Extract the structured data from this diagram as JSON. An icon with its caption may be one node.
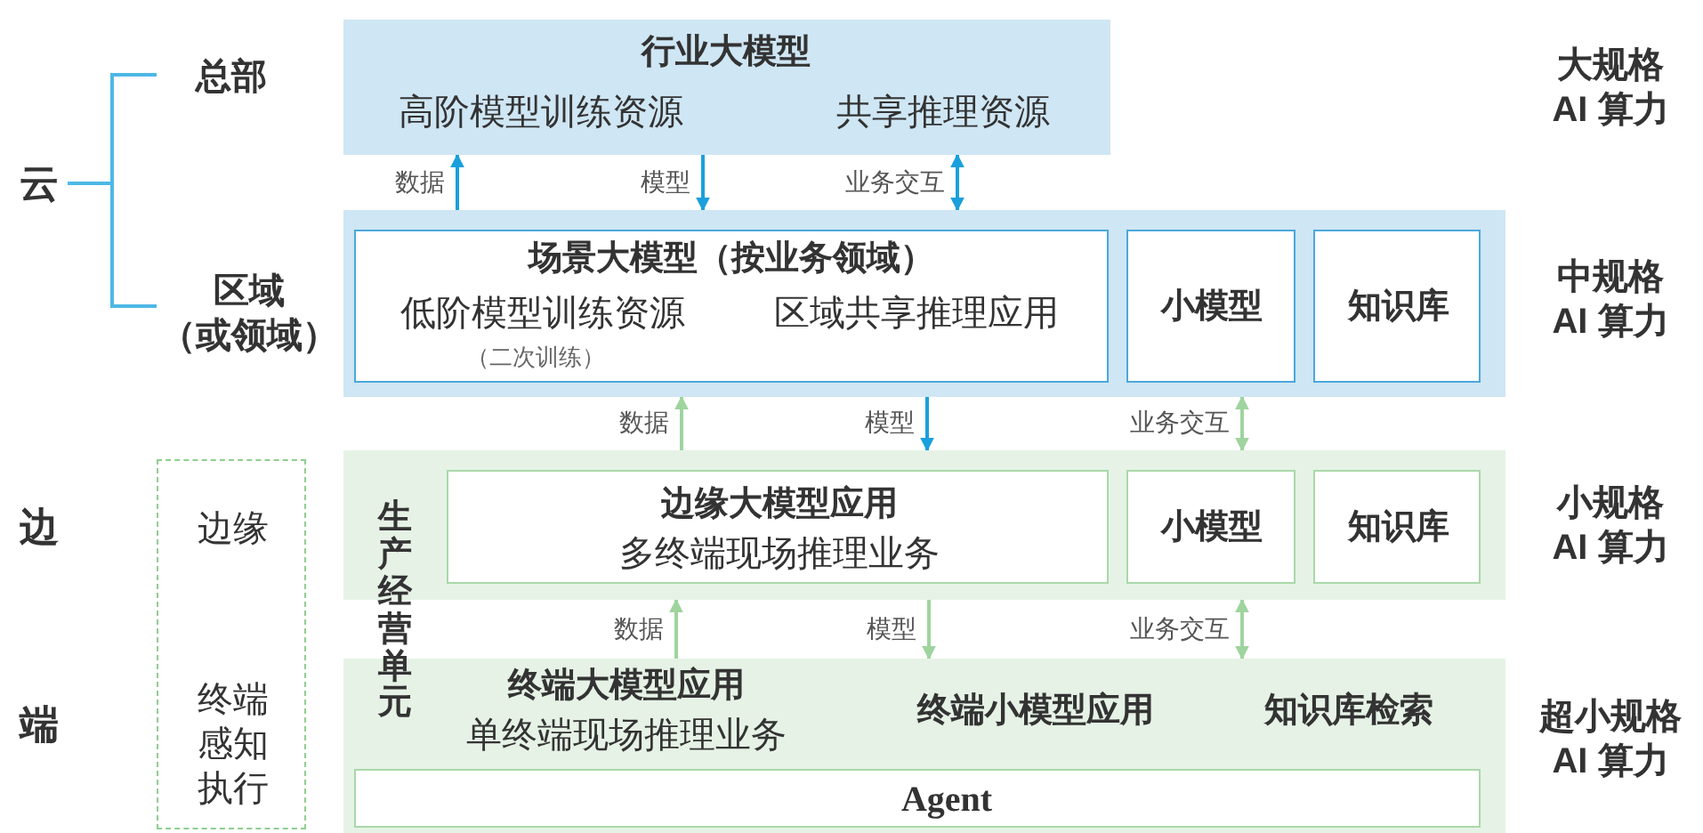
{
  "diagram": {
    "nodes": [
      {
        "text": [
          "行业大模型",
          "高阶模型训练资源",
          "共享推理资源"
        ]
      },
      {
        "text": [],
        "shape": "box"
      },
      {
        "text": [
          "场景大模型（按业务领域）",
          "低阶模型训练资源",
          "区域共享推理应用",
          "（二次训练）"
        ],
        "in": 1
      },
      {
        "text": [
          "小模型"
        ],
        "in": 1
      },
      {
        "text": [
          "知识库"
        ],
        "in": 1
      },
      {
        "text": [],
        "shape": "box"
      },
      {
        "text": [
          "边缘大模型应用",
          "多终端现场推理业务"
        ],
        "in": 5
      },
      {
        "text": [
          "小模型"
        ],
        "in": 5
      },
      {
        "text": [
          "知识库"
        ],
        "in": 5
      },
      {
        "text": [
          "终端大模型应用",
          "单终端现场推理业务",
          "终端小模型应用",
          "知识库检索"
        ]
      },
      {
        "text": [
          "Agent"
        ],
        "in": 9
      },
      {
        "text": [
          "边缘",
          "终端感知执行"
        ]
      }
    ],
    "edges": [
      {
        "from": 1,
        "to": 0,
        "arrow": "to",
        "label": "数据",
        "color": "#1aa0dc"
      },
      {
        "from": 0,
        "to": 1,
        "arrow": "to",
        "label": "模型",
        "color": "#1aa0dc"
      },
      {
        "from": 0,
        "to": 1,
        "arrow": "both",
        "label": "业务交互",
        "color": "#1aa0dc"
      },
      {
        "from": 5,
        "to": 1,
        "arrow": "to",
        "label": "数据",
        "color": "#9fd49f"
      },
      {
        "from": 1,
        "to": 5,
        "arrow": "to",
        "label": "模型",
        "color": "#1aa0dc"
      },
      {
        "from": 1,
        "to": 5,
        "arrow": "both",
        "label": "业务交互",
        "color": "#9fd49f"
      },
      {
        "from": 9,
        "to": 5,
        "arrow": "to",
        "label": "数据",
        "color": "#9fd49f"
      },
      {
        "from": 5,
        "to": 9,
        "arrow": "to",
        "label": "模型",
        "color": "#9fd49f"
      },
      {
        "from": 5,
        "to": 9,
        "arrow": "both",
        "label": "业务交互",
        "color": "#9fd49f"
      }
    ],
    "labels": [
      "总部",
      "大规格 AI 算力",
      "云",
      "区域（或领域）",
      "中规格 AI 算力",
      "边",
      "小规格 AI 算力",
      "生产经营单元",
      "端",
      "超小规格 AI 算力"
    ]
  }
}
